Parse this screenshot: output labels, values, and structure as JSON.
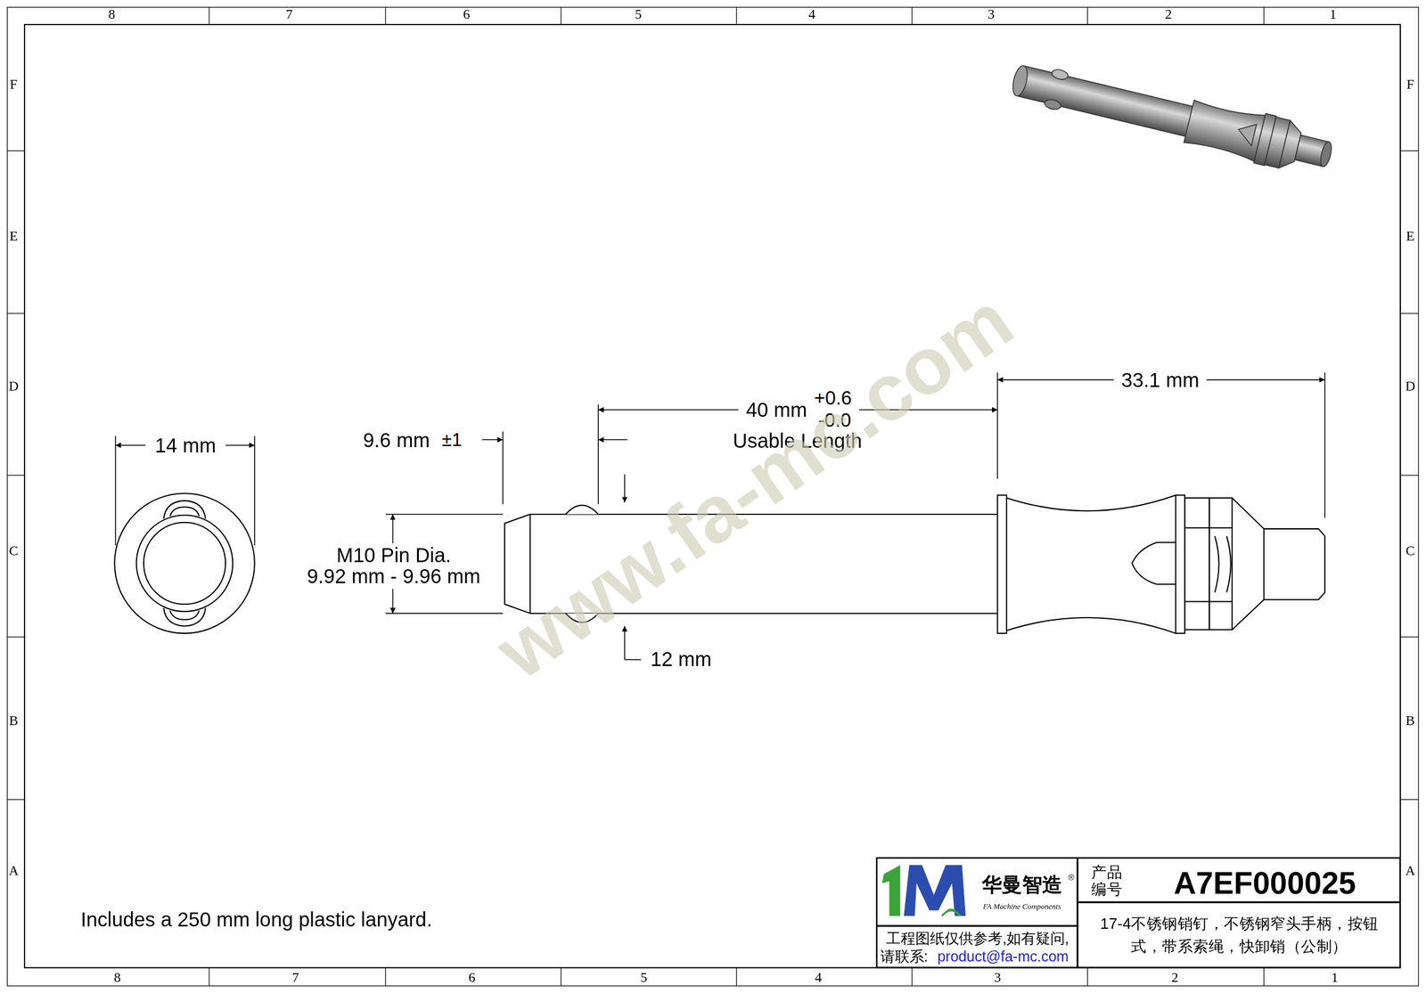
{
  "diagram": {
    "nodes": [
      {
        "text": [
          "华曼智造",
          "FA Machine Components"
        ]
      },
      {
        "text": [
          "工程图纸仅供参考,如有疑问,",
          "请联系:",
          "product@fa-mc.com"
        ]
      },
      {
        "text": [
          "产品 编号",
          "A7EF000025"
        ]
      },
      {
        "text": [
          "17-4不锈钢销钉，不锈钢窄头手柄，按钮式，带系索绳，快卸销（公制）"
        ]
      }
    ],
    "labels": [
      "8",
      "7",
      "6",
      "5",
      "4",
      "3",
      "2",
      "1",
      "8",
      "7",
      "6",
      "5",
      "4",
      "3",
      "2",
      "1",
      "F",
      "E",
      "D",
      "C",
      "B",
      "A",
      "F",
      "E",
      "D",
      "C",
      "B",
      "A",
      "14 mm",
      "9.6 mm",
      "±1",
      "40 mm",
      "+0.6",
      "-0.0",
      "Usable Length",
      "33.1 mm",
      "M10 Pin Dia.",
      "9.92 mm - 9.96 mm",
      "12 mm",
      "Includes a 250 mm long plastic lanyard.",
      "www.fa-mc.com",
      "®"
    ]
  }
}
